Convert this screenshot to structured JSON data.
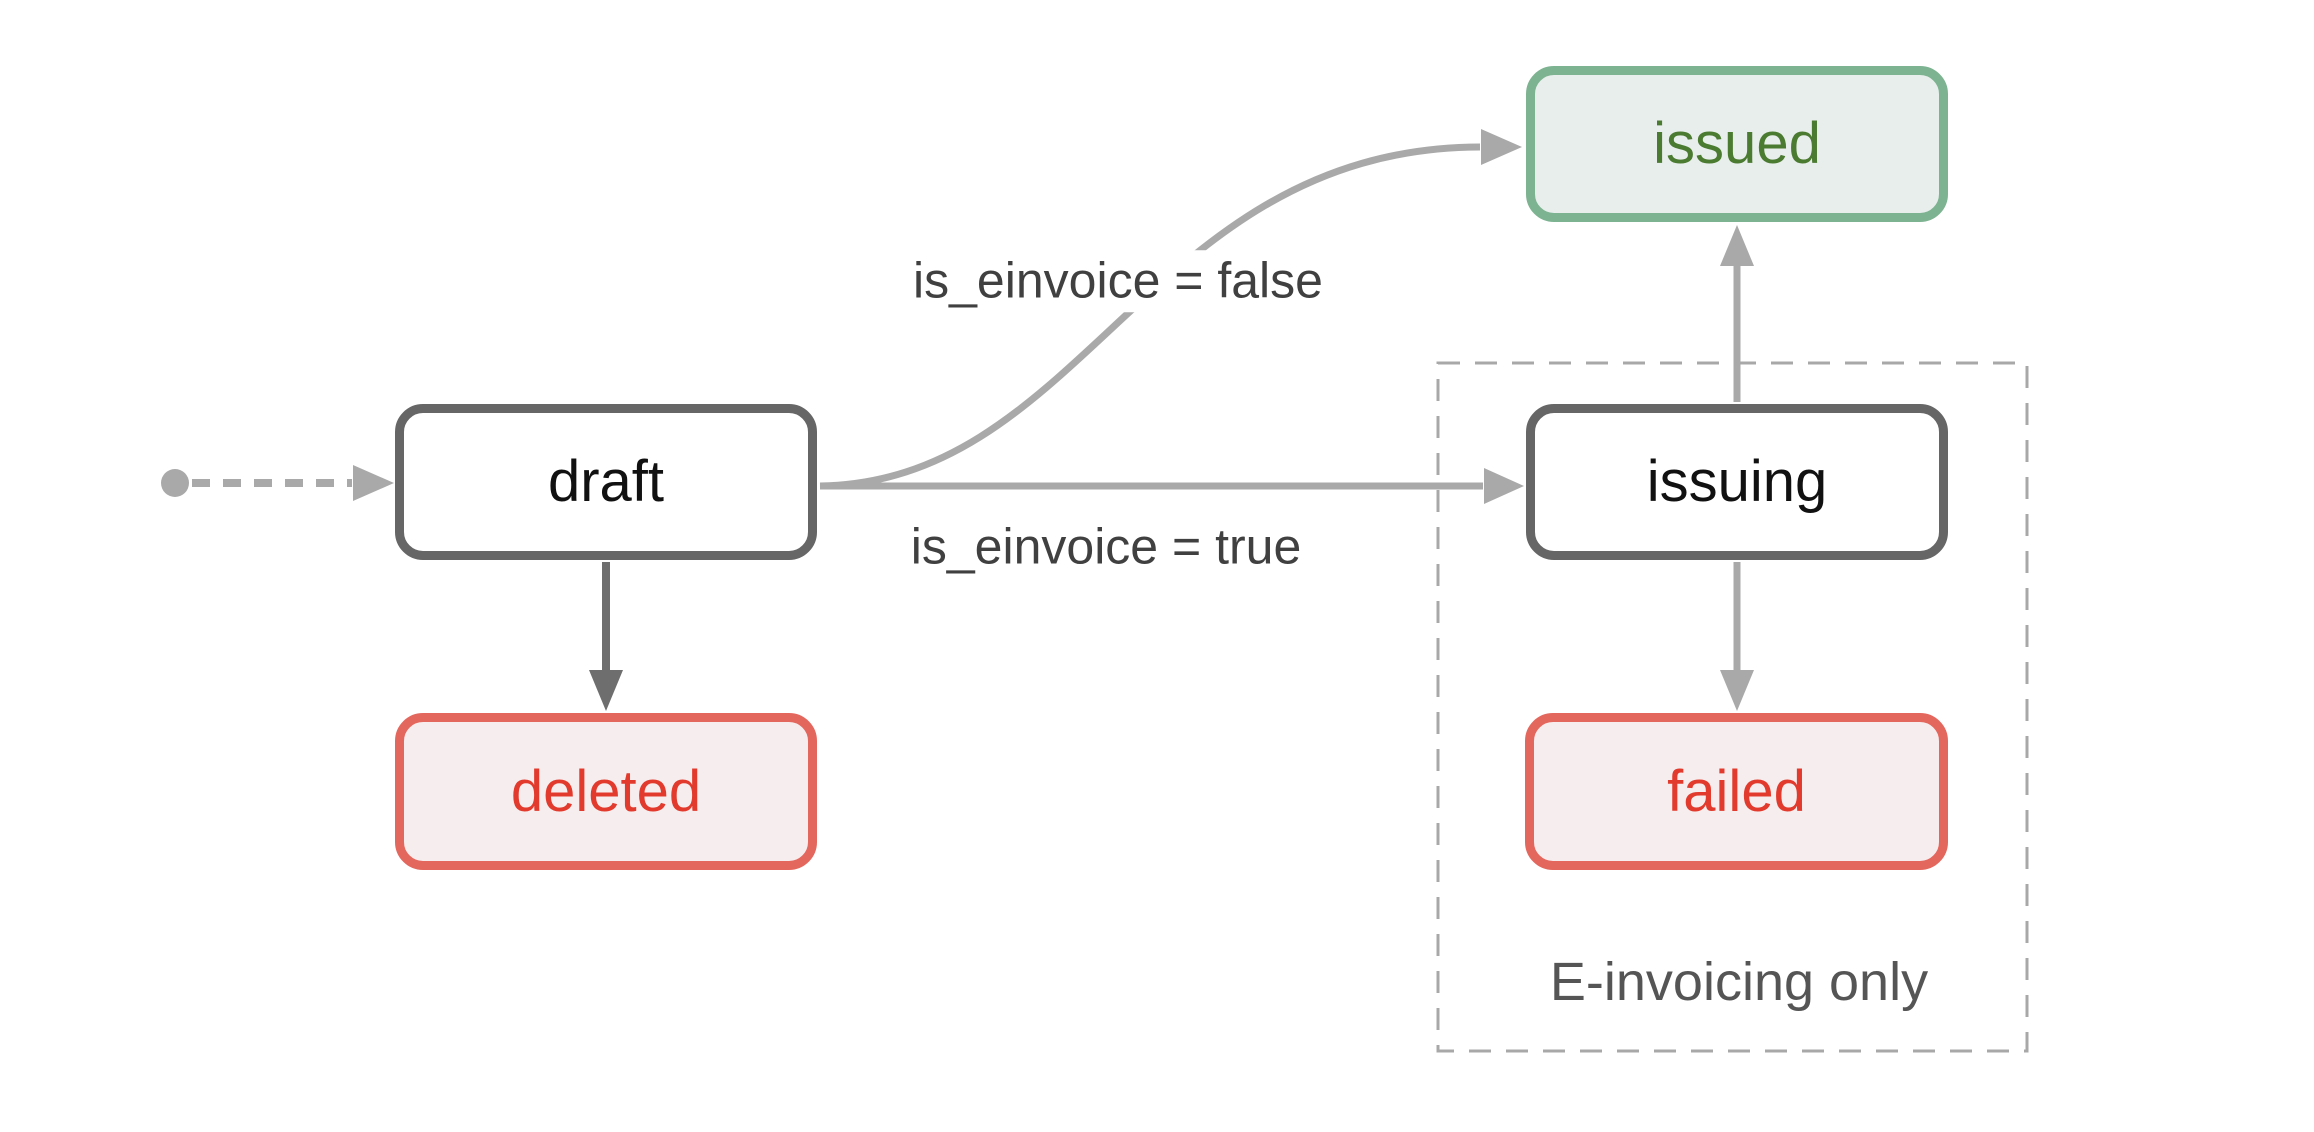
{
  "colors": {
    "background": "#ffffff",
    "box_dark_border": "#666666",
    "box_dark_text": "#111111",
    "red_border": "#e4675e",
    "red_text": "#e23a2c",
    "red_fill": "#f6edee",
    "green_border": "#7db391",
    "green_text": "#4b7a31",
    "green_fill": "#e8eeec",
    "edge_light": "#a9a9a9",
    "edge_dark": "#6e6e6e",
    "dashed_stroke": "#a8a8a8",
    "label_text": "#404040",
    "group_label_text": "#555555"
  },
  "nodes": [
    {
      "id": "draft",
      "label": "draft",
      "kind": "default"
    },
    {
      "id": "deleted",
      "label": "deleted",
      "kind": "danger"
    },
    {
      "id": "issuing",
      "label": "issuing",
      "kind": "default"
    },
    {
      "id": "issued",
      "label": "issued",
      "kind": "success"
    },
    {
      "id": "failed",
      "label": "failed",
      "kind": "danger"
    }
  ],
  "edges": {
    "draft_issued": {
      "label": "is_einvoice = false"
    },
    "draft_issuing": {
      "label": "is_einvoice = true"
    }
  },
  "group": {
    "label": "E-invoicing only"
  }
}
